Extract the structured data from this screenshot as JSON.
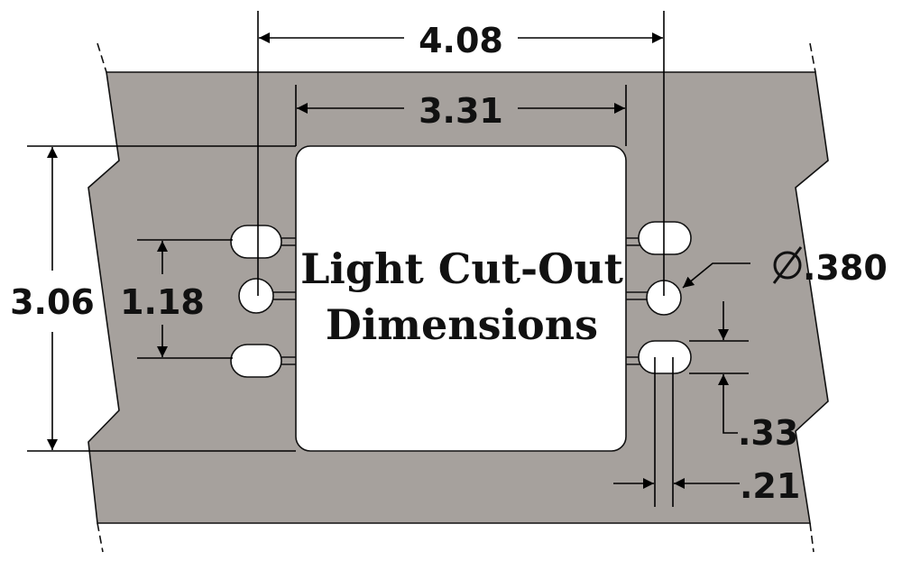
{
  "title": {
    "line1": "Light Cut-Out",
    "line2": "Dimensions"
  },
  "dimensions": {
    "overall_width": "4.08",
    "cutout_width": "3.31",
    "overall_height": "3.06",
    "slot_spacing": "1.18",
    "hole_diameter": ".380",
    "slot_height": ".33",
    "slot_offset": ".21"
  },
  "icons": {
    "diameter": "diameter-symbol-icon"
  },
  "colors": {
    "plate": "#a6a19d",
    "cutout": "#ffffff",
    "lines": "#000000"
  }
}
